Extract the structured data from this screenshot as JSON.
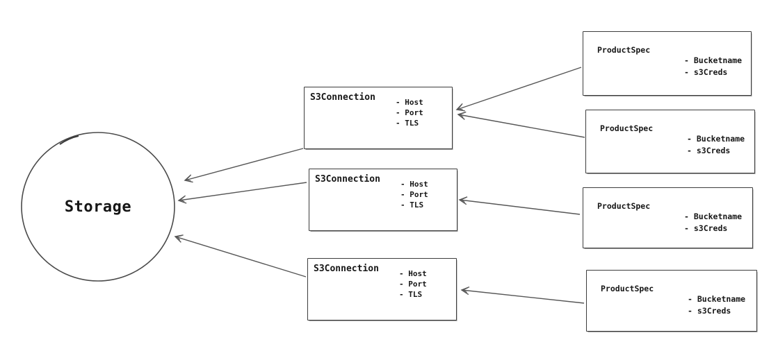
{
  "colors": {
    "background": "#ffffff",
    "stroke": "#565656",
    "node_border": "#3c3c3c",
    "text": "#161616"
  },
  "diagram": {
    "storage": {
      "label": "Storage"
    },
    "s3_connections": [
      {
        "title": "S3Connection",
        "attributes": [
          "- Host",
          "- Port",
          "- TLS"
        ]
      },
      {
        "title": "S3Connection",
        "attributes": [
          "- Host",
          "- Port",
          "- TLS"
        ]
      },
      {
        "title": "S3Connection",
        "attributes": [
          "- Host",
          "- Port",
          "- TLS"
        ]
      }
    ],
    "product_specs": [
      {
        "title": "ProductSpec",
        "attributes": [
          "- Bucketname",
          "- s3Creds"
        ]
      },
      {
        "title": "ProductSpec",
        "attributes": [
          "- Bucketname",
          "- s3Creds"
        ]
      },
      {
        "title": "ProductSpec",
        "attributes": [
          "- Bucketname",
          "- s3Creds"
        ]
      },
      {
        "title": "ProductSpec",
        "attributes": [
          "- Bucketname",
          "- s3Creds"
        ]
      }
    ]
  }
}
